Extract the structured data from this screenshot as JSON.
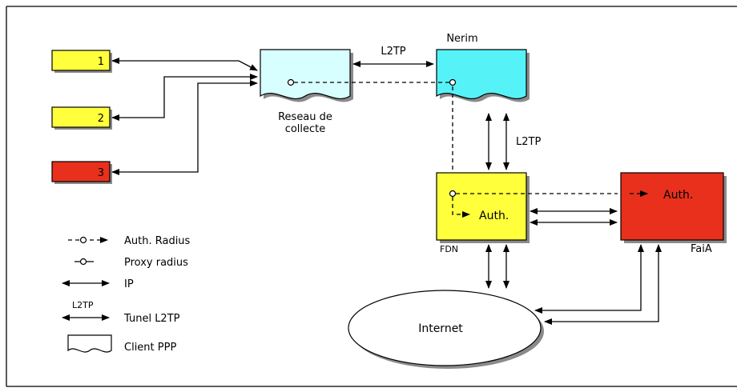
{
  "diagram": {
    "clients": [
      {
        "label": "1"
      },
      {
        "label": "2"
      },
      {
        "label": "3"
      }
    ],
    "collecte": {
      "line1": "Reseau de",
      "line2": "collecte"
    },
    "nerim": {
      "label": "Nerim"
    },
    "l2tp_top": "L2TP",
    "l2tp_side": "L2TP",
    "fdn": {
      "label": "FDN",
      "auth": "Auth."
    },
    "faia": {
      "label": "FaiA",
      "auth": "Auth."
    },
    "internet": {
      "label": "Internet"
    },
    "legend": {
      "auth_radius": "Auth. Radius",
      "proxy_radius": "Proxy radius",
      "ip": "IP",
      "l2tp": "L2TP",
      "tunnel": "Tunel L2TP",
      "client_ppp": "Client PPP"
    },
    "colors": {
      "yellow": "#ffff3c",
      "red": "#e8301c",
      "pale_cyan": "#d8ffff",
      "cyan": "#55f2f8",
      "shadow": "#8a8a8a",
      "white": "#ffffff"
    }
  }
}
